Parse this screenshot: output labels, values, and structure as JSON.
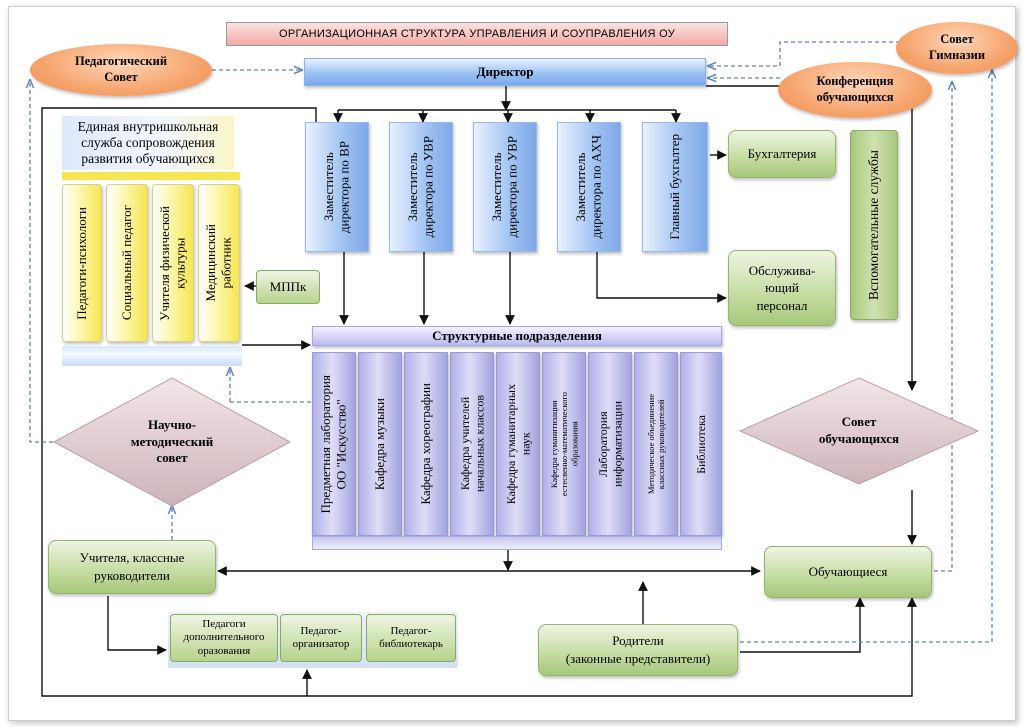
{
  "title": "ОРГАНИЗАЦИОННАЯ СТРУКТУРА УПРАВЛЕНИЯ И СОУПРАВЛЕНИЯ ОУ",
  "ovals": {
    "ped_sovet": "Педагогический\nСовет",
    "sovet_gimnazii": "Совет\nГимназии",
    "konferentsiya": "Конференция\nобучающихся"
  },
  "director": "Директор",
  "deputies": [
    "Заместитель\nдиректора по ВР",
    "Заместитель\nдиректора по УВР",
    "Заместитель\nдиректора по УВР",
    "Заместитель\nдиректора по АХЧ",
    "Главный бухгалтер"
  ],
  "support": {
    "service_title": "Единая внутришкольная\nслужба сопровождения\nразвития обучающихся",
    "members": [
      "Педагоги-психологи",
      "Социальный педагог",
      "Учителя физической\nкультуры",
      "Медицинский\nработник"
    ],
    "mppk": "МППк"
  },
  "accounting": "Бухгалтерия",
  "service_staff": "Обслужива-\nющий\nперсонал",
  "aux_services": "Вспомогательные службы",
  "structural_title": "Структурные подразделения",
  "subdivisions": [
    "Предметная лаборатория\nОО \"Искусство\"",
    "Кафедра музыки",
    "Кафедра хореографии",
    "Кафедра учителей\nначальных классов",
    "Кафедра гуманитарных\nнаук",
    "Кафедра гуманитизации\nестесвенно-математического\nобразования",
    "Лаборатория\nинформатизации",
    "Методическое объединение\nклассных руководителей",
    "Библиотека"
  ],
  "nauchno_sovet": "Научно-\nметодический\nсовет",
  "sovet_obuch": "Совет\nобучающихся",
  "teachers": "Учителя, классные\nруководители",
  "students": "Обучающиеся",
  "parents": "Родители\n(законные представители)",
  "pedagogues": [
    "Педагоги\nдополнительного\nоразования",
    "Педагог-\nорганизатор",
    "Педагог-\nбиблиотекарь"
  ],
  "colors": {
    "oval": "#f6a56e",
    "blue": "#9cc2f3",
    "yellow": "#f6e652",
    "purple": "#bdbbef",
    "green": "#c4dba0",
    "diamond": "#e7d3d7",
    "dashed_arrow": "#5f86b8"
  }
}
